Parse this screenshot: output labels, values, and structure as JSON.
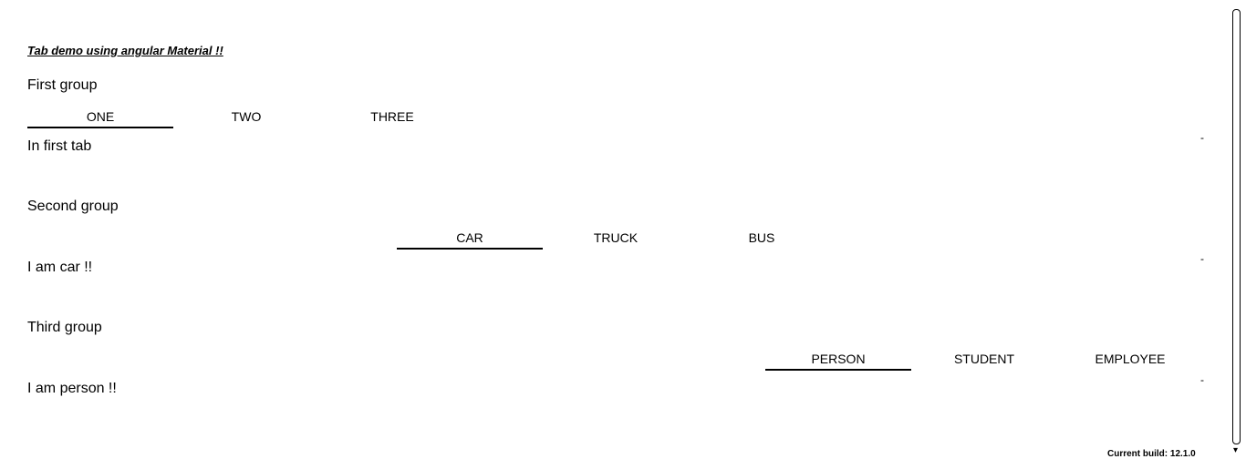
{
  "title": "Tab demo using angular Material !!",
  "groups": [
    {
      "heading": "First group",
      "tabs": [
        "ONE",
        "TWO",
        "THREE"
      ],
      "active_index": 0,
      "content": "In first tab"
    },
    {
      "heading": "Second group",
      "tabs": [
        "CAR",
        "TRUCK",
        "BUS"
      ],
      "active_index": 0,
      "content": "I am car !!"
    },
    {
      "heading": "Third group",
      "tabs": [
        "PERSON",
        "STUDENT",
        "EMPLOYEE"
      ],
      "active_index": 0,
      "content": "I am person !!"
    }
  ],
  "pager_mark": "-",
  "footer": {
    "build": "Current build: 12.1.0"
  }
}
